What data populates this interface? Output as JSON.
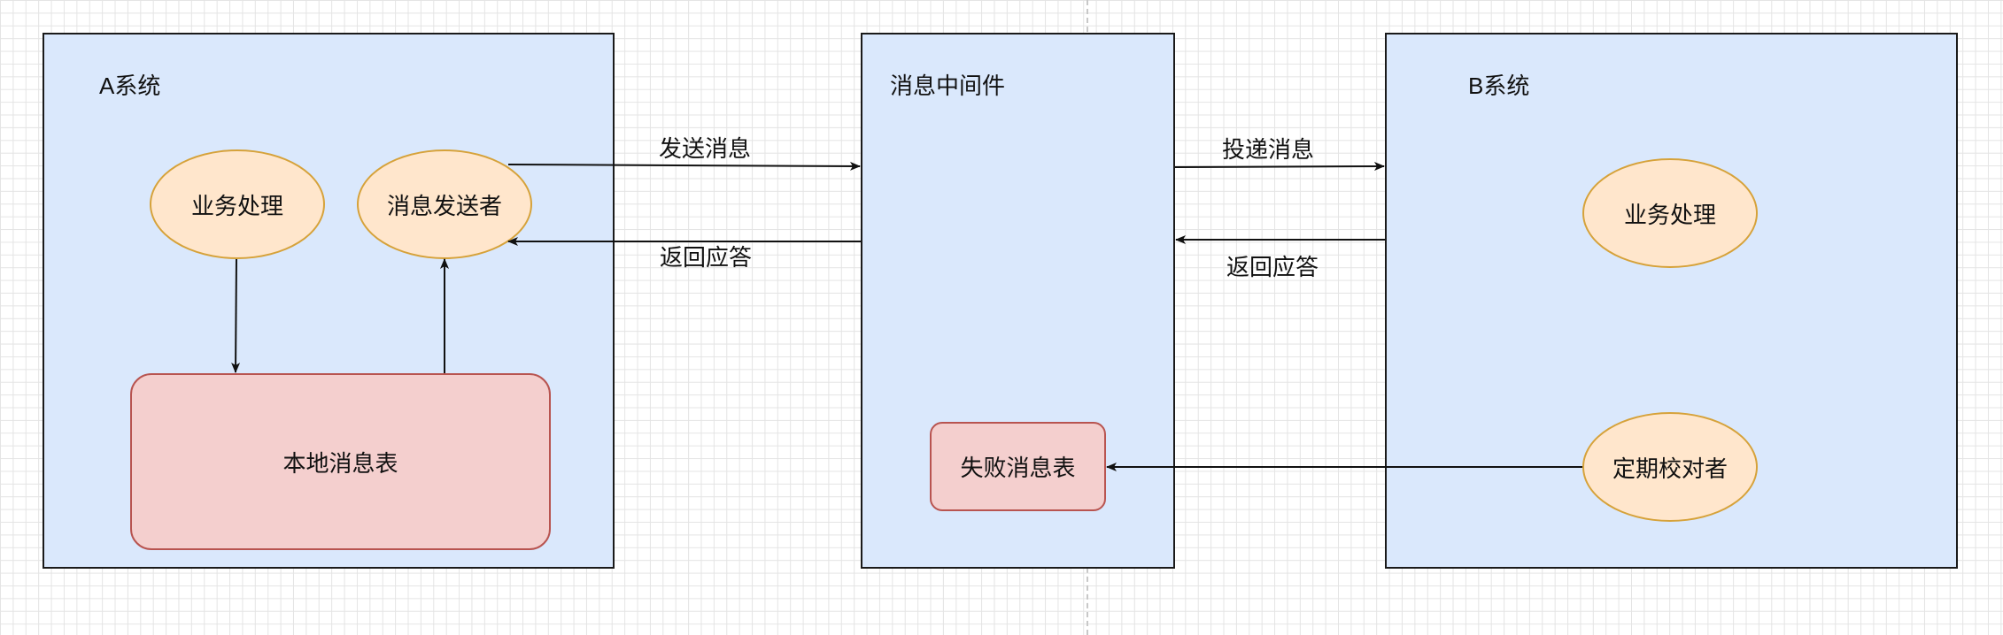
{
  "system_a": {
    "title": "A系统",
    "business_node": "业务处理",
    "sender_node": "消息发送者",
    "local_table": "本地消息表"
  },
  "middleware": {
    "title": "消息中间件",
    "failed_table": "失败消息表"
  },
  "system_b": {
    "title": "B系统",
    "business_node": "业务处理",
    "checker_node": "定期校对者"
  },
  "edges": {
    "send_message": "发送消息",
    "return_response_a": "返回应答",
    "deliver_message": "投递消息",
    "return_response_b": "返回应答"
  },
  "colors": {
    "container_fill": "#dae8fc",
    "ellipse_fill": "#ffe6cc",
    "ellipse_stroke": "#d6a23a",
    "table_fill": "#f4cfce",
    "table_stroke": "#b85450"
  }
}
